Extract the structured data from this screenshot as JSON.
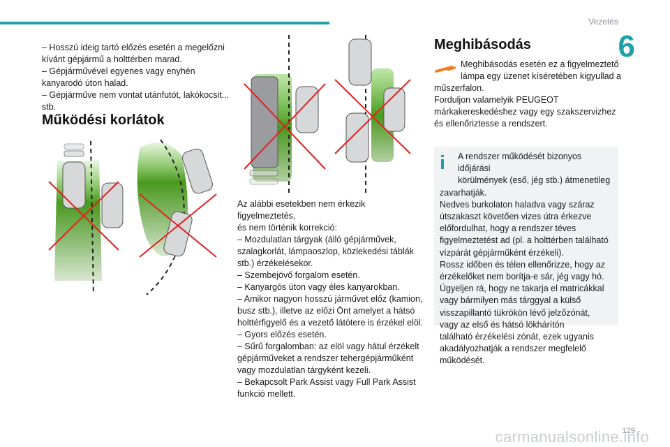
{
  "header": {
    "section": "Vezetés",
    "chapter_number": "6",
    "page_number": "129"
  },
  "watermark": "carmanualsonline.info",
  "col1": {
    "intro_lines": [
      "– Hosszú ideig tartó előzés esetén a megelőzni",
      "kívánt gépjármű a holttérben marad.",
      "– Gépjárművével egyenes vagy enyhén",
      "kanyarodó úton halad.",
      "– Gépjárműve nem vontat utánfutót, lakókocsit...",
      "stb."
    ],
    "heading": "Működési korlátok"
  },
  "col2": {
    "lines": [
      "Az alábbi esetekben nem érkezik figyelmeztetés,",
      "és nem történik korrekció:",
      "– Mozdulatlan tárgyak (álló gépjárművek,",
      "szalagkorlát, lámpaoszlop, közlekedési táblák",
      "stb.) érzékelésekor.",
      "– Szembejövő forgalom esetén.",
      "– Kanyargós úton vagy éles kanyarokban.",
      "– Amikor nagyon hosszú járművet előz (kamion,",
      "busz stb.), illetve az előzi Önt amelyet a hátsó",
      "holttérfigyelő és a vezető látótere is érzékel elöl.",
      "– Gyors előzés esetén.",
      "– Sűrű forgalomban: az elöl vagy hátul érzékelt",
      "gépjárműveket a rendszer tehergépjárműként",
      "vagy mozdulatlan tárgyként kezeli.",
      "– Bekapcsolt Park Assist vagy Full Park Assist",
      "funkció mellett."
    ]
  },
  "col3": {
    "heading": "Meghibásodás",
    "warn_lines": [
      "Meghibásodás esetén ez a figyelmeztető",
      "lámpa egy üzenet kíséretében kigyullad a"
    ],
    "after_lines": [
      "műszerfalon.",
      "Forduljon valamelyik PEUGEOT",
      "márkakereskedéshez vagy egy szakszervizhez",
      "és ellenőriztesse a rendszert."
    ],
    "info_lines": [
      "A rendszer működését bizonyos időjárási",
      "körülmények (eső, jég stb.) átmenetileg",
      "zavarhatják.",
      "Nedves burkolaton haladva vagy száraz",
      "útszakaszt követően vizes útra érkezve",
      "előfordulhat, hogy a rendszer téves",
      "figyelmeztetést ad (pl. a holttérben található",
      "vízpárát gépjárműként érzékeli).",
      "Rossz időben és télen ellenőrizze, hogy az",
      "érzékelőket nem borítja-e sár, jég vagy hó.",
      "Ügyeljen rá, hogy ne takarja el matricákkal",
      "vagy bármilyen más tárggyal a külső",
      "visszapillantó tükrökön lévő jelzőzónát,",
      "vagy az első és hátsó lökhárítón",
      "található érzékelési zónát, ezek ugyanis",
      "akadályozhatják a rendszer megfelelő",
      "működését."
    ]
  },
  "colors": {
    "accent": "#1f9fa6",
    "green": "#4a9a1e",
    "cross": "#e02020",
    "warning": "#f07c1e"
  },
  "icons": {
    "warning_lamp": "blind-spot-warning-icon",
    "info": "info-icon"
  }
}
